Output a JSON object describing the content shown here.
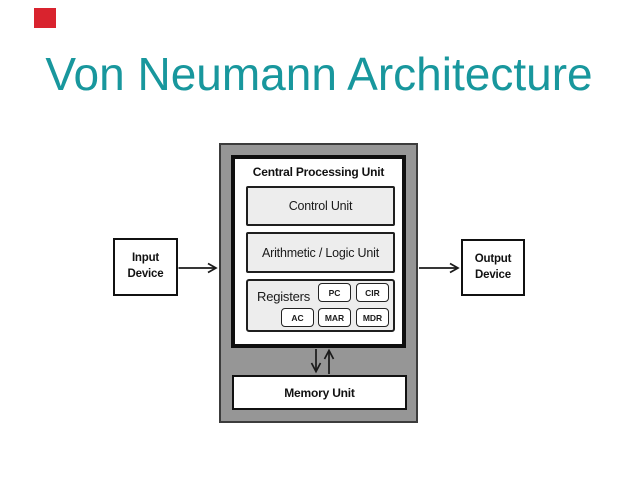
{
  "slide": {
    "title": "Von Neumann Architecture"
  },
  "colors": {
    "title_teal": "#18979D",
    "logo_red": "#D9232E",
    "cpu_container_gray": "#969696",
    "inner_box_fill": "#EDEDED",
    "line_black": "#1A1A1A"
  },
  "diagram": {
    "cpu_label": "Central Processing Unit",
    "control_unit_label": "Control Unit",
    "alu_label": "Arithmetic / Logic Unit",
    "registers_label": "Registers",
    "registers": [
      "PC",
      "CIR",
      "AC",
      "MAR",
      "MDR"
    ],
    "memory_label": "Memory Unit",
    "input_label": "Input Device",
    "output_label": "Output Device"
  }
}
